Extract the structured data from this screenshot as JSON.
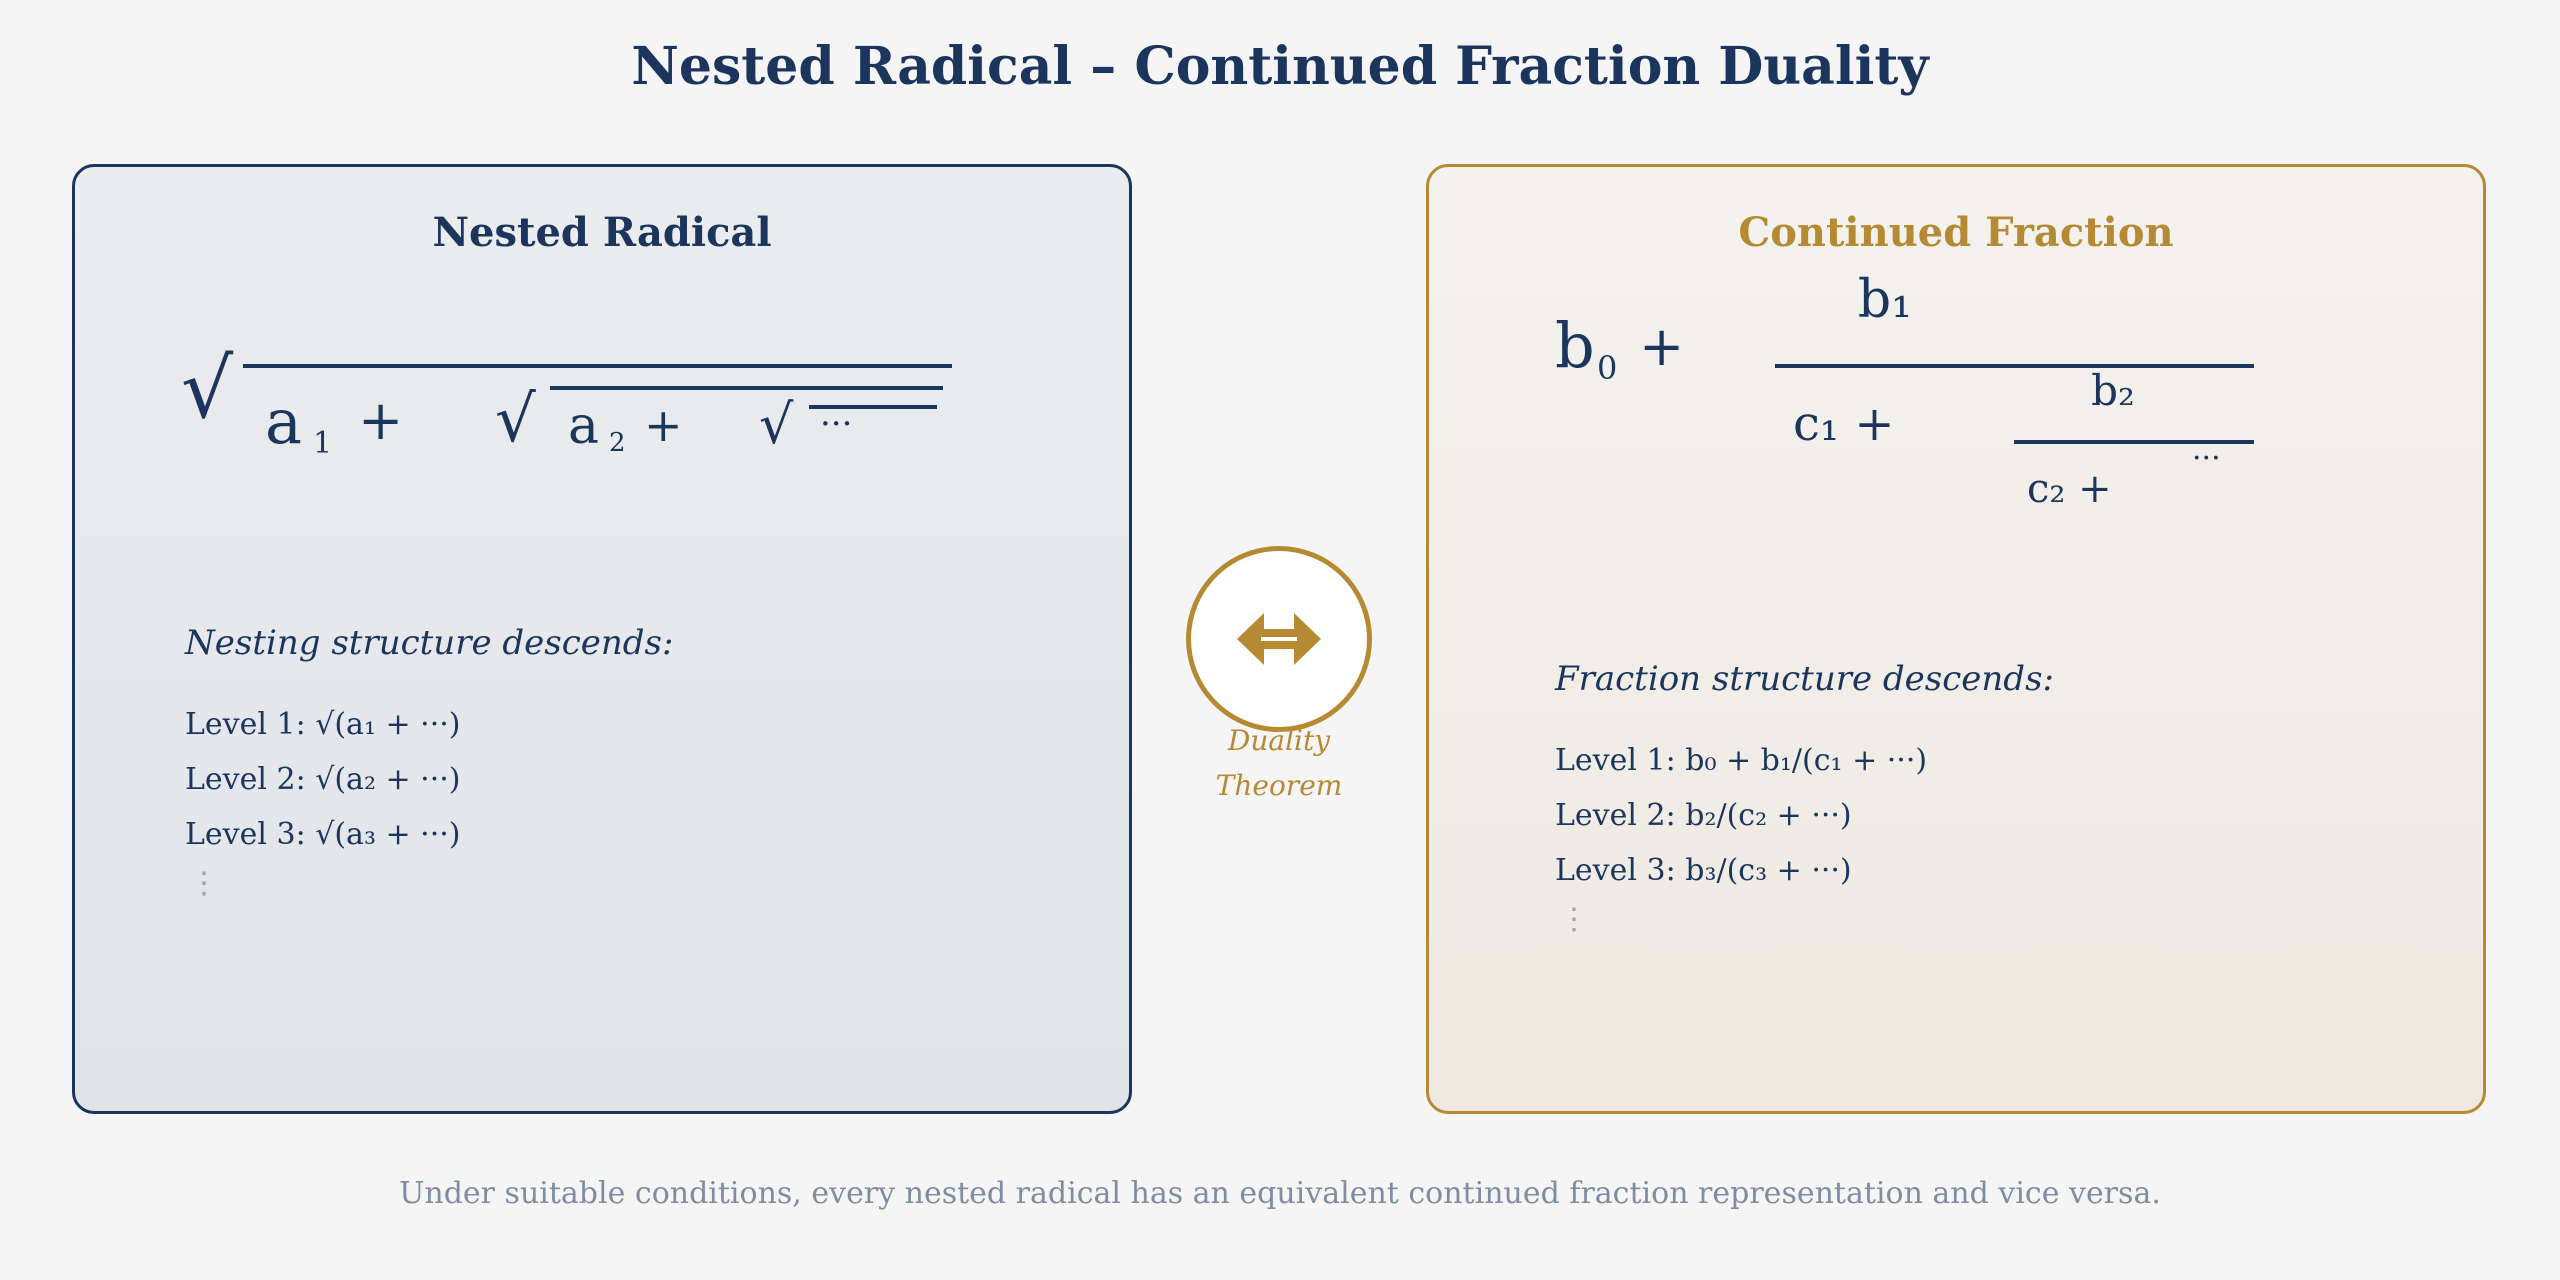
{
  "title": "Nested Radical – Continued Fraction Duality",
  "colors": {
    "navy": "#1b355c",
    "gold": "#b58a33",
    "caption_gray": "#7e8da1",
    "background": "#f5f5f5"
  },
  "left_panel": {
    "title": "Nested Radical",
    "formula": {
      "radical_symbol": "√",
      "term1_base": "a",
      "term1_sub": "1",
      "term2_base": "a",
      "term2_sub": "2",
      "plus": "+",
      "ellipsis": "···"
    },
    "structure_heading": "Nesting structure descends:",
    "levels": [
      "Level 1: √(a₁ + ···)",
      "Level 2: √(a₂ + ···)",
      "Level 3: √(a₃ + ···)"
    ],
    "vdots": "⋮"
  },
  "right_panel": {
    "title": "Continued Fraction",
    "formula": {
      "b0_base": "b",
      "b0_sub": "0",
      "plus": "+",
      "b1": "b₁",
      "c1_plus": "c₁ +",
      "b2": "b₂",
      "c2_plus": "c₂ +",
      "ellipsis": "···"
    },
    "structure_heading": "Fraction structure descends:",
    "levels": [
      "Level 1: b₀ + b₁/(c₁ + ···)",
      "Level 2: b₂/(c₂ + ···)",
      "Level 3: b₃/(c₃ + ···)"
    ],
    "vdots": "⋮"
  },
  "duality": {
    "icon": "double-arrow-icon",
    "label_line1": "Duality",
    "label_line2": "Theorem"
  },
  "caption": "Under suitable conditions, every nested radical has an equivalent continued fraction representation and vice versa."
}
